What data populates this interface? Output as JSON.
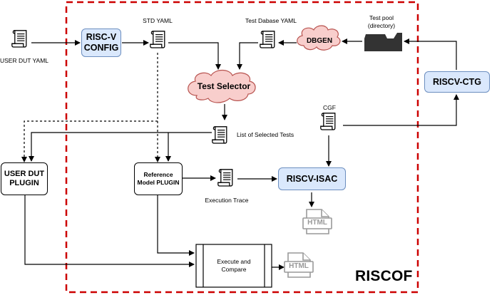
{
  "title": "RISCOF",
  "labels": {
    "user_dut_yaml": "USER DUT YAML",
    "std_yaml": "STD YAML",
    "test_database_yaml": "Test Dabase YAML",
    "test_pool": "Test pool\n(directory)",
    "cgf": "CGF",
    "list_of_selected_tests": "List of Selected Tests",
    "execution_trace": "Execution Trace"
  },
  "boxes": {
    "riscv_config": "RISC-V\nCONFIG",
    "riscv_ctg": "RISCV-CTG",
    "riscv_isac": "RISCV-ISAC",
    "user_dut_plugin": "USER DUT\nPLUGIN",
    "reference_model_plugin": "Reference\nModel PLUGIN",
    "execute_and_compare": "Execute and\nCompare"
  },
  "clouds": {
    "dbgen": "DBGEN",
    "test_selector": "Test Selector"
  },
  "icons": {
    "html_output_1": "HTML",
    "html_output_2": "HTML"
  },
  "colors": {
    "border_dashed": "#cc0000",
    "box_fill": "#dae8fc",
    "box_stroke": "#6c8ebf",
    "cloud_fill": "#f8cecc",
    "cloud_stroke": "#b85450",
    "folder": "#333333",
    "html_icon": "#999999"
  }
}
